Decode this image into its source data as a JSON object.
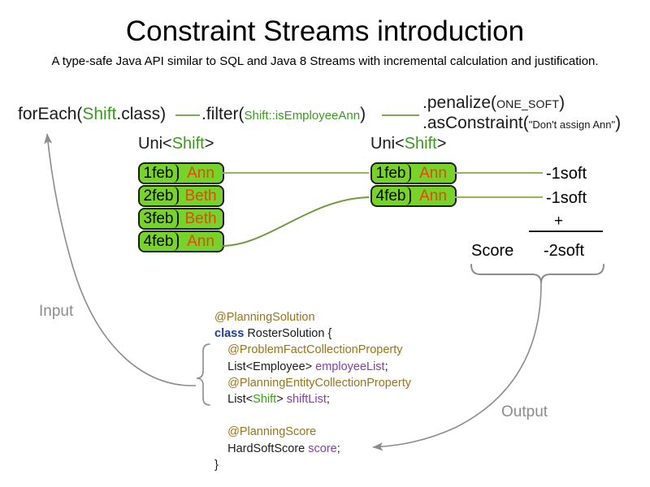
{
  "page": {
    "title": "Constraint Streams introduction",
    "subtitle": "A type-safe Java API similar to SQL and Java 8 Streams with incremental calculation and justification."
  },
  "pipeline": {
    "foreach": {
      "call": "forEach(",
      "type": "Shift",
      "tail": ".class)"
    },
    "filter": {
      "call": ".filter(",
      "arg_type": "Shift",
      "arg_rest": "::isEmployeeAnn",
      "tail": ")"
    },
    "penalize": {
      "call": ".penalize(",
      "arg": "ONE_SOFT",
      "tail": ")"
    },
    "as_constraint": {
      "call": ".asConstraint(",
      "arg": "\"Don't assign Ann\"",
      "tail": ")"
    }
  },
  "streams": {
    "left": {
      "label_prefix": "Uni<",
      "label_type": "Shift",
      "label_suffix": ">",
      "rows": [
        {
          "date": "1feb",
          "employee": "Ann"
        },
        {
          "date": "2feb",
          "employee": "Beth"
        },
        {
          "date": "3feb",
          "employee": "Beth"
        },
        {
          "date": "4feb",
          "employee": "Ann"
        }
      ]
    },
    "right": {
      "label_prefix": "Uni<",
      "label_type": "Shift",
      "label_suffix": ">",
      "rows": [
        {
          "date": "1feb",
          "employee": "Ann"
        },
        {
          "date": "4feb",
          "employee": "Ann"
        }
      ]
    }
  },
  "penalties": [
    "-1soft",
    "-1soft"
  ],
  "score": {
    "label": "Score",
    "operator": "+",
    "total": "-2soft"
  },
  "flow": {
    "input_label": "Input",
    "output_label": "Output"
  },
  "code": {
    "lines": [
      {
        "indent": 0,
        "tokens": [
          {
            "t": "@PlanningSolution",
            "c": "k-ann"
          }
        ]
      },
      {
        "indent": 0,
        "tokens": [
          {
            "t": "class ",
            "c": "k-kw"
          },
          {
            "t": "RosterSolution {",
            "c": "k-type"
          }
        ]
      },
      {
        "indent": 1,
        "tokens": [
          {
            "t": "@ProblemFactCollectionProperty",
            "c": "k-ann"
          }
        ]
      },
      {
        "indent": 1,
        "tokens": [
          {
            "t": "List<Employee> ",
            "c": "k-type"
          },
          {
            "t": "employeeList",
            "c": "k-field"
          },
          {
            "t": ";",
            "c": "k-type"
          }
        ]
      },
      {
        "indent": 1,
        "tokens": [
          {
            "t": "@PlanningEntityCollectionProperty",
            "c": "k-ann"
          }
        ]
      },
      {
        "indent": 1,
        "tokens": [
          {
            "t": "List<",
            "c": "k-type"
          },
          {
            "t": "Shift",
            "c": "k-green"
          },
          {
            "t": "> ",
            "c": "k-type"
          },
          {
            "t": "shiftList",
            "c": "k-field"
          },
          {
            "t": ";",
            "c": "k-type"
          }
        ]
      },
      {
        "indent": 0,
        "tokens": [
          {
            "t": " ",
            "c": "k-blank"
          }
        ]
      },
      {
        "indent": 1,
        "tokens": [
          {
            "t": "@PlanningScore",
            "c": "k-ann"
          }
        ]
      },
      {
        "indent": 1,
        "tokens": [
          {
            "t": "HardSoftScore ",
            "c": "k-type"
          },
          {
            "t": "score",
            "c": "k-field"
          },
          {
            "t": ";",
            "c": "k-type"
          }
        ]
      },
      {
        "indent": 0,
        "tokens": [
          {
            "t": "}",
            "c": "k-type"
          }
        ]
      }
    ]
  },
  "colors": {
    "fact_fill": "#77d329",
    "fact_border": "#1a1a1a",
    "employee_text": "#e04b10",
    "type_green": "#3b9a1d",
    "connector_green": "#8cba5a",
    "flow_gray": "#8c8c8c",
    "annotation_gold": "#9a7418",
    "keyword_blue": "#1f3d99",
    "field_purple": "#8340a8"
  }
}
